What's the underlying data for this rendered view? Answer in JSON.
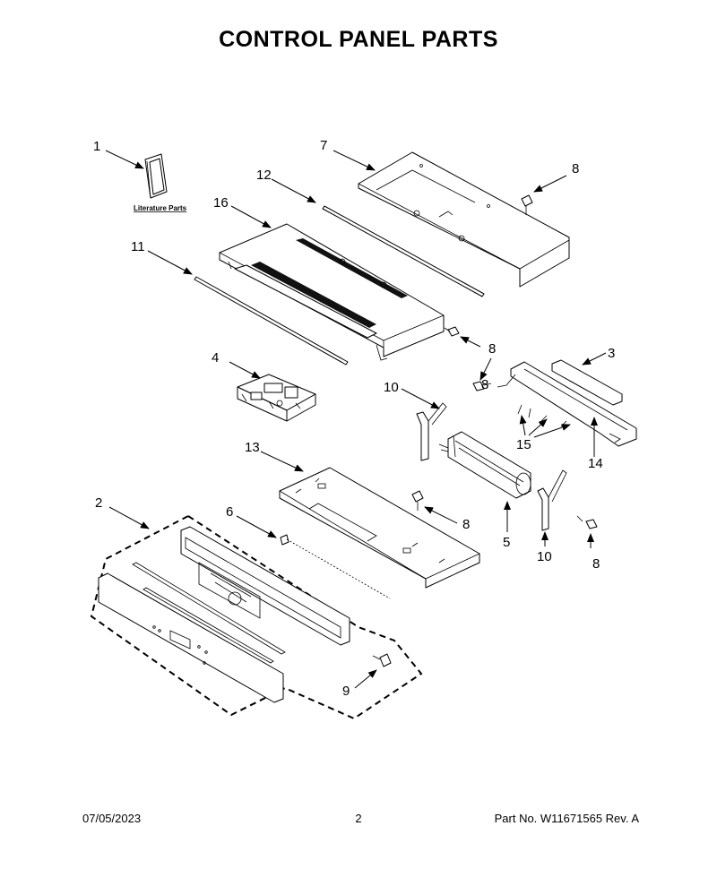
{
  "title": "CONTROL PANEL PARTS",
  "footer": {
    "date": "07/05/2023",
    "page": "2",
    "part": "Part No.  W11671565  Rev.  A"
  },
  "literature_caption": "Literature Parts",
  "callouts": {
    "c1": "1",
    "c2": "2",
    "c3": "3",
    "c4": "4",
    "c5": "5",
    "c6": "6",
    "c7": "7",
    "c8a": "8",
    "c8b": "8",
    "c8c": "8",
    "c8d": "8",
    "c8e": "8",
    "c9": "9",
    "c10a": "10",
    "c10b": "10",
    "c11": "11",
    "c12": "12",
    "c13": "13",
    "c14": "14",
    "c15": "15",
    "c16": "16"
  }
}
